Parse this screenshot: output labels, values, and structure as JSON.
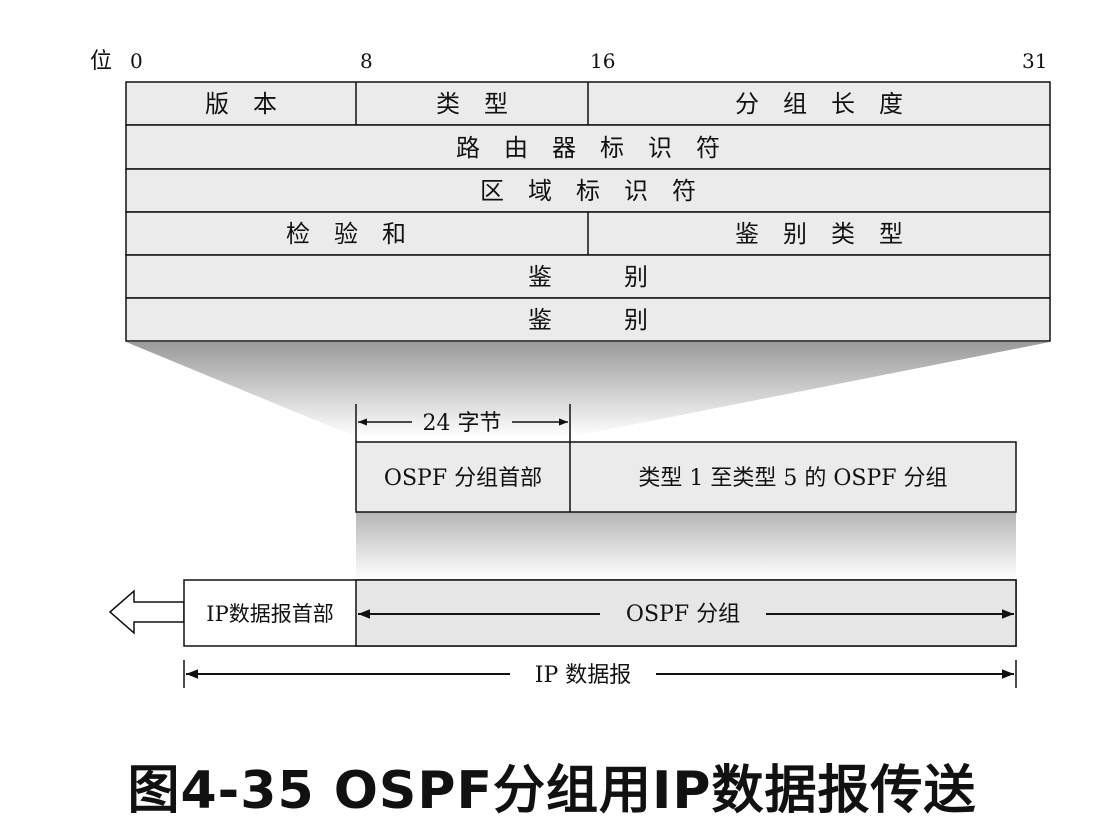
{
  "header": {
    "bit_label": "位",
    "bit_0": "0",
    "bit_8": "8",
    "bit_16": "16",
    "bit_31": "31"
  },
  "fields": {
    "version": "版　本",
    "type": "类　型",
    "packet_length": "分　组　长　度",
    "router_id": "路　由　器　标　识　符",
    "area_id": "区　域　标　识　符",
    "checksum": "检　验　和",
    "auth_type": "鉴　别　类　型",
    "auth_1": "鉴　　　别",
    "auth_2": "鉴　　　别"
  },
  "ospf_packet": {
    "size_label": "24 字节",
    "header": "OSPF 分组首部",
    "body": "类型 1 至类型 5 的 OSPF 分组"
  },
  "ip_datagram": {
    "header": "IP数据报首部",
    "ospf_span": "OSPF 分组",
    "datagram_span": "IP 数据报"
  },
  "caption": "图4-35 OSPF分组用IP数据报传送"
}
